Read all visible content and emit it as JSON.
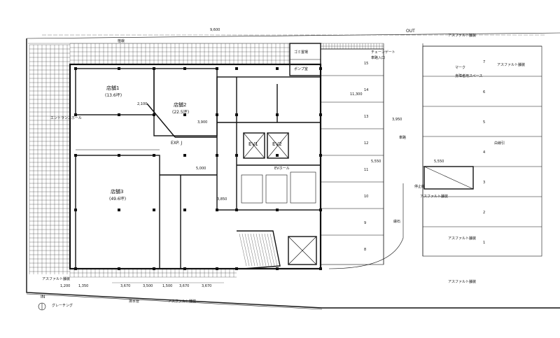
{
  "exits": {
    "in_label": "IN",
    "out_label": "OUT"
  },
  "rooms": {
    "shop1": {
      "name": "店舗1",
      "area": "(13.6坪)"
    },
    "shop2": {
      "name": "店舗2",
      "area": "(22.5坪)"
    },
    "shop3": {
      "name": "店舗3",
      "area": "(49.6坪)"
    },
    "ev1": "EV1",
    "ev2": "EV2",
    "ev_hall": "EVホール",
    "exp_joint": "EXP. J",
    "entrance_hall": "エントランスホール",
    "plant_storage": "ゴミ置場",
    "pump_room": "ポンプ室"
  },
  "parking": {
    "spot_numbers": [
      "15",
      "14",
      "13",
      "12",
      "11",
      "10",
      "9",
      "8",
      "7",
      "6",
      "5",
      "4",
      "3",
      "2",
      "1"
    ],
    "road_label": "車路",
    "accessible_space": "身障者用スペース",
    "accessible_mark": "マーク",
    "chain_gate": "チェーンゲート",
    "surface": "アスファルト舗装",
    "entry_gate": "車路入口"
  },
  "dimensions": {
    "bottom": [
      "3,670",
      "3,500",
      "1,500",
      "3,670",
      "3,670"
    ],
    "left_small": [
      "1,200",
      "1,350"
    ],
    "right": [
      "5,550",
      "3,950",
      "5,550",
      "11,300"
    ],
    "mid": [
      "3,900",
      "5,000",
      "3,850",
      "9,600",
      "2,100"
    ]
  },
  "notes": {
    "drain": "排水管",
    "curb": "縁石",
    "grating": "グレーチング",
    "planting": "植栽",
    "white_line": "白線引",
    "stop_mark": "停止線"
  }
}
